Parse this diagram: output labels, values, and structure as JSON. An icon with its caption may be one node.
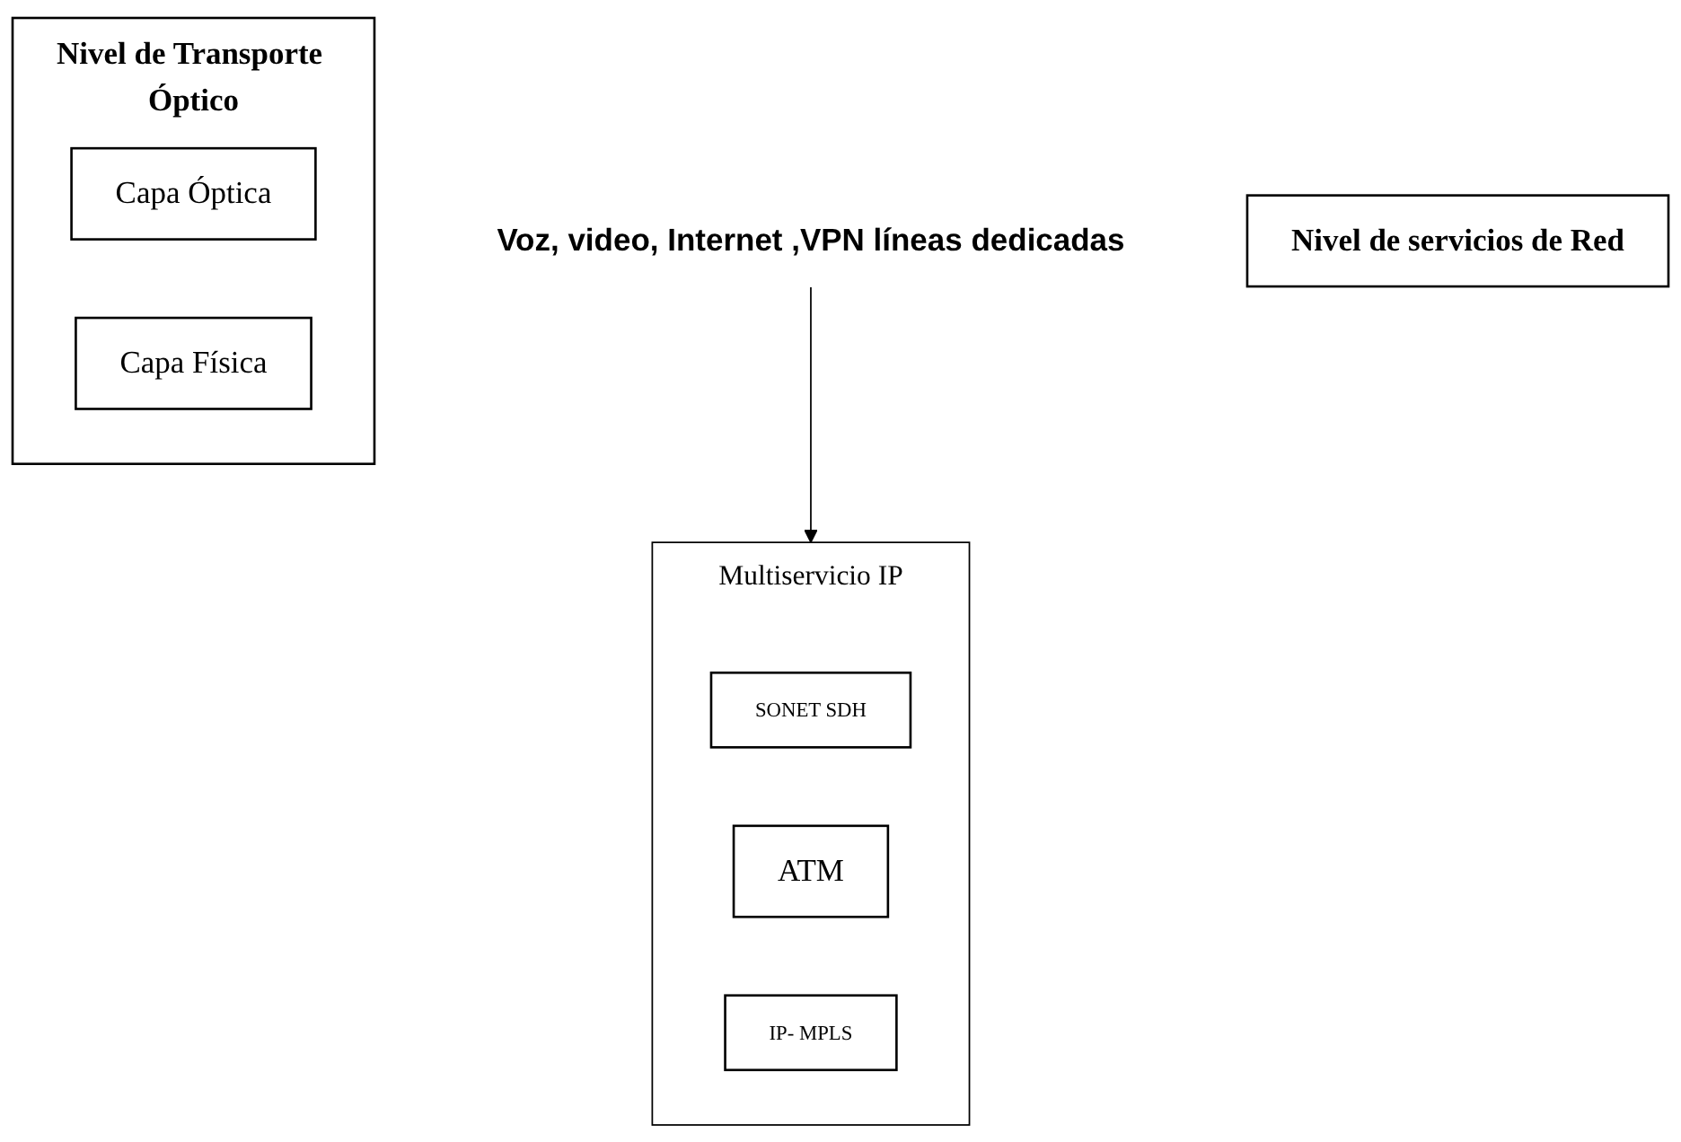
{
  "diagram": {
    "nodes": [
      {
        "text": [
          "Voz, video, Internet ,VPN líneas dedicadas"
        ]
      },
      {
        "text": [
          "Nivel de servicios de Red"
        ]
      },
      {
        "text": [
          "Nivel de Transporte Óptico"
        ]
      },
      {
        "text": [
          "Multiservicio IP"
        ]
      },
      {
        "text": [
          "SONET SDH"
        ],
        "in": 3
      },
      {
        "text": [
          "ATM"
        ],
        "in": 3
      },
      {
        "text": [
          "IP- MPLS"
        ],
        "in": 3
      },
      {
        "text": [
          "Capa Óptica"
        ],
        "in": 2
      },
      {
        "text": [
          "Capa Física"
        ],
        "in": 2
      }
    ],
    "edges": [
      {
        "from": 0,
        "to": 3,
        "arrow": "to"
      }
    ]
  }
}
